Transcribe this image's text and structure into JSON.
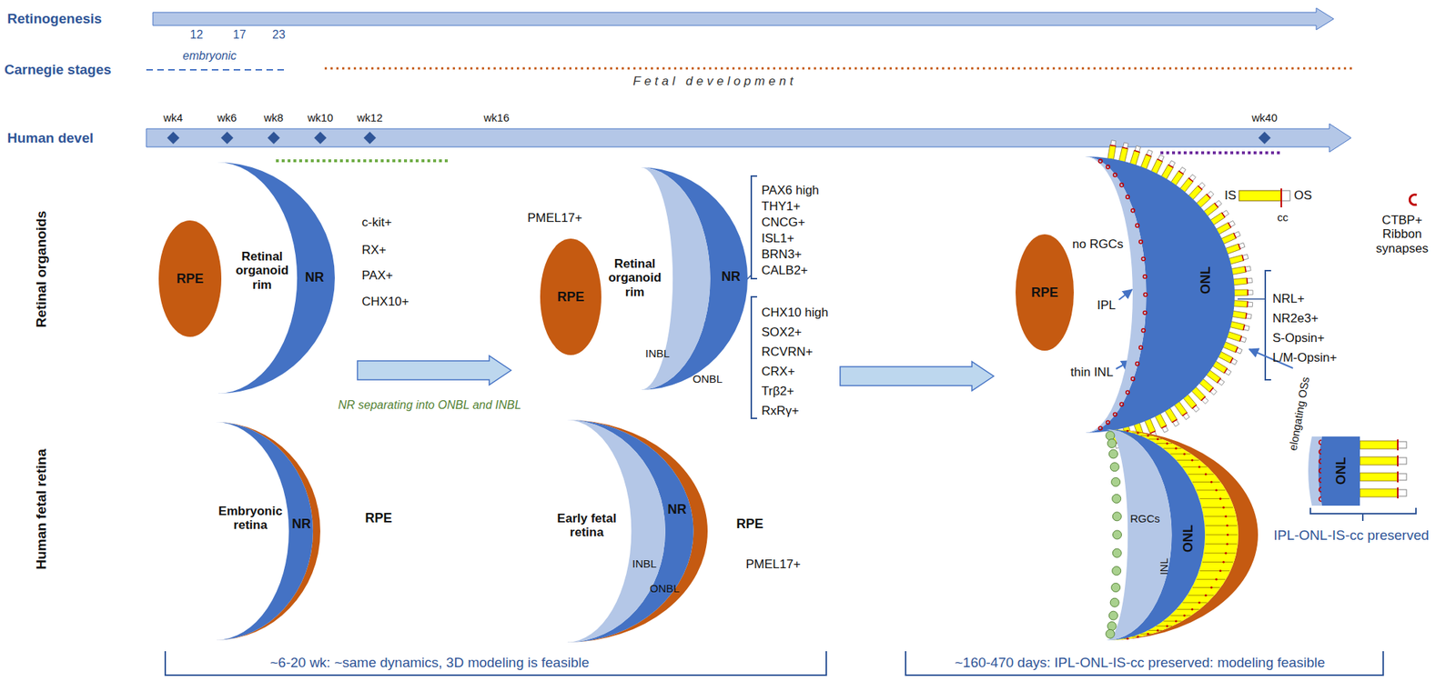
{
  "diagram": {
    "nodes": [
      {
        "text": [
          "RPE"
        ]
      },
      {
        "text": [
          "NR"
        ]
      },
      {
        "text": [
          "RPE"
        ]
      },
      {
        "text": [
          "NR"
        ]
      },
      {
        "text": [
          "RPE"
        ]
      },
      {
        "text": [
          "ONL"
        ]
      },
      {
        "text": [
          "NR"
        ]
      },
      {
        "text": [
          "NR"
        ]
      },
      {
        "text": [
          "ONL"
        ]
      },
      {
        "text": [
          "ONL"
        ]
      }
    ],
    "labels": [
      "Retinogenesis",
      "Carnegie stages",
      "12",
      "17",
      "23",
      "embryonic",
      "Fetal development",
      "Human devel",
      "wk4",
      "wk6",
      "wk8",
      "wk10",
      "wk12",
      "wk16",
      "wk40",
      "Retinal organoids",
      "Human fetal retina",
      "Retinal organoid rim",
      "c-kit+",
      "RX+",
      "PAX+",
      "CHX10+",
      "NR separating into ONBL and INBL",
      "PMEL17+",
      "Retinal organoid rim",
      "INBL",
      "ONBL",
      "PAX6 high",
      "THY1+",
      "CNCG+",
      "ISL1+",
      "BRN3+",
      "CALB2+",
      "CHX10 high",
      "SOX2+",
      "RCVRN+",
      "CRX+",
      "Trβ2+",
      "RxRγ+",
      "no RGCs",
      "IPL",
      "thin INL",
      "IS",
      "OS",
      "cc",
      "CTBP+ Ribbon synapses",
      "NRL+",
      "NR2e3+",
      "S-Opsin+",
      "L/M-Opsin+",
      "elongating OSs",
      "Embryonic retina",
      "RPE",
      "Early fetal retina",
      "INBL",
      "ONBL",
      "RPE",
      "PMEL17+",
      "RGCs",
      "INL",
      "IPL-ONL-IS-cc preserved",
      "~6-20 wk: ~same dynamics, 3D modeling is feasible",
      "~160-470 days: IPL-ONL-IS-cc preserved: modeling feasible"
    ]
  }
}
